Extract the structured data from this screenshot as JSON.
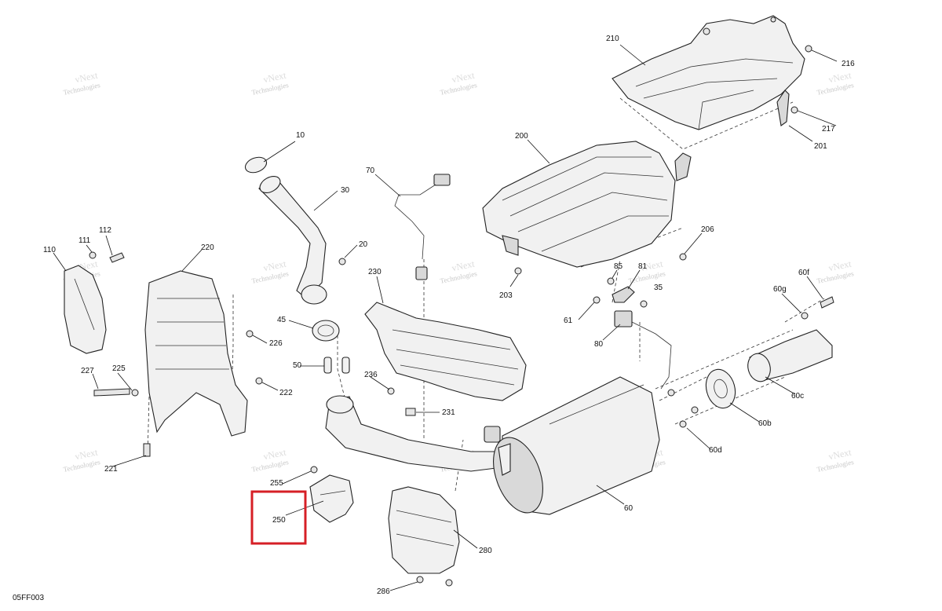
{
  "diagram": {
    "drawing_code": "05FF003",
    "watermark_line1": "vNext",
    "watermark_line2": "Technologies",
    "highlight_color": "#d61f26",
    "callouts": [
      "210",
      "216",
      "217",
      "201",
      "200",
      "206",
      "203",
      "85",
      "81",
      "35",
      "61",
      "80",
      "10",
      "30",
      "20",
      "70",
      "110",
      "111",
      "112",
      "220",
      "230",
      "45",
      "236",
      "231",
      "50",
      "226",
      "227",
      "225",
      "222",
      "221",
      "255",
      "250",
      "280",
      "286",
      "60",
      "60f",
      "60g",
      "60c",
      "60b",
      "60d"
    ],
    "highlighted_part": "250"
  }
}
